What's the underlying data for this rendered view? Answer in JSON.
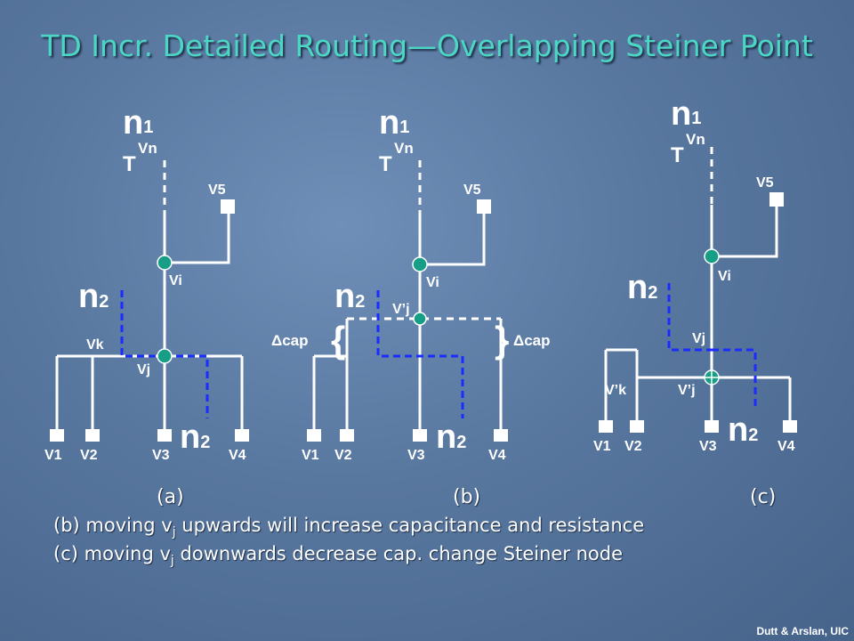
{
  "slide": {
    "title": "TD Incr. Detailed Routing—Overlapping Steiner Point",
    "credit": "Dutt & Arslan, UIC"
  },
  "diagram_a": {
    "label": "(a)",
    "net_n1_base": "n",
    "net_n1_sub": "1",
    "t_label": "T",
    "vn_label": "Vn",
    "v5": "V5",
    "vi": "Vi",
    "vk": "Vk",
    "vj": "Vj",
    "n2_base": "n",
    "n2_sub": "2",
    "pins": [
      "V1",
      "V2",
      "V3",
      "V4"
    ]
  },
  "diagram_b": {
    "label": "(b)",
    "net_n1_base": "n",
    "net_n1_sub": "1",
    "t_label": "T",
    "vn_label": "Vn",
    "v5": "V5",
    "vi": "Vi",
    "vj_prime": "V’j",
    "dcap_left": "Δcap",
    "dcap_right": "Δcap",
    "n2_base": "n",
    "n2_sub": "2",
    "pins": [
      "V1",
      "V2",
      "V3",
      "V4"
    ]
  },
  "diagram_c": {
    "label": "(c)",
    "net_n1_base": "n",
    "net_n1_sub": "1",
    "t_label": "T",
    "vn_label": "Vn",
    "v5": "V5",
    "vi": "Vi",
    "vj": "Vj",
    "vk_prime": "V’k",
    "vj_prime": "V’j",
    "n2_base": "n",
    "n2_sub": "2",
    "pins": [
      "V1",
      "V2",
      "V3",
      "V4"
    ]
  },
  "notes": {
    "b_pre": "(b) moving v",
    "b_sub": "j",
    "b_post": " upwards will increase capacitance and resistance",
    "c_pre": "(c) moving v",
    "c_sub": "j",
    "c_post": " downwards decrease cap. change Steiner node"
  },
  "colors": {
    "wire": "#ffffff",
    "net2": "#1a2cff",
    "node": "#169e86",
    "brace": "#e07020",
    "title": "#4cd6c4"
  }
}
